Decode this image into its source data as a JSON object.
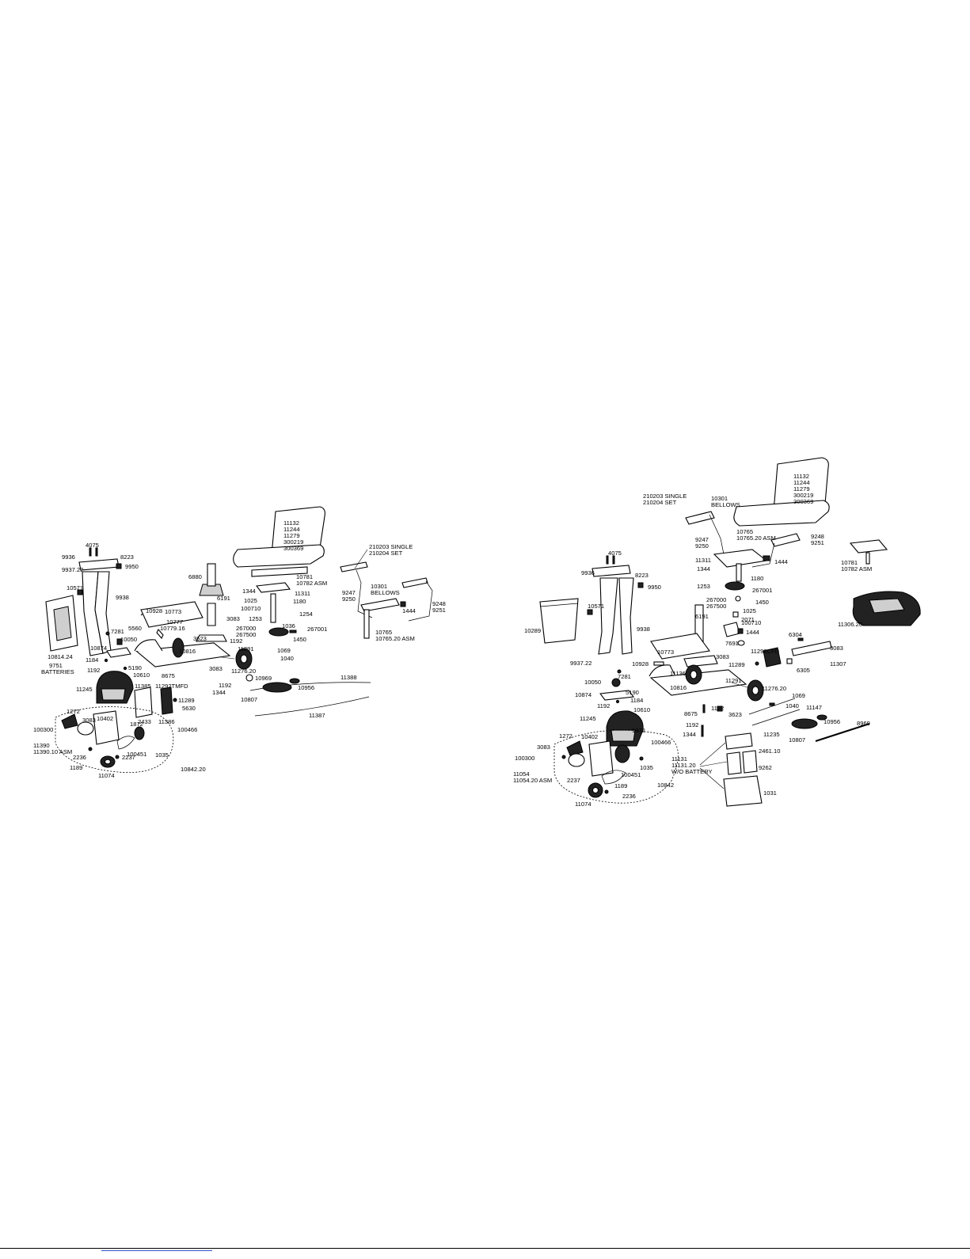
{
  "left_diagram": {
    "labels": {
      "4075": "4075",
      "9936": "9936",
      "8223": "8223",
      "9937_22": "9937.22",
      "10571": "10571",
      "9950": "9950",
      "9938": "9938",
      "10814_24": "10814.24",
      "9751": "9751",
      "batteries": "BATTERIES",
      "7281": "7281",
      "10928": "10928",
      "10777": "10777",
      "5560": "5560",
      "10779_16": "10779.16",
      "10050": "10050",
      "10874": "10874",
      "1184": "1184",
      "5190": "5190",
      "1192a": "1192",
      "10610": "10610",
      "10816": "10816",
      "8675": "8675",
      "3083a": "3083",
      "1192b": "1192",
      "1344a": "1344",
      "11245": "11245",
      "11385": "11385",
      "11292tmfd": "11292TMFD",
      "11289": "11289",
      "5630": "5630",
      "2433": "2433",
      "11386": "11386",
      "100466": "100466",
      "1272": "1272",
      "3083b": "3083",
      "10402": "10402",
      "100300": "100300",
      "11390": "11390",
      "11390_10asm": "11390.10 ASM",
      "1872": "1872",
      "100451": "100451",
      "1035": "1035",
      "2236": "2236",
      "1189": "1189",
      "2237": "2237",
      "11074": "11074",
      "10842_20": "10842.20",
      "6880": "6880",
      "10773": "10773",
      "6191": "6191",
      "3083c": "3083",
      "3623": "3623",
      "1192c": "1192",
      "11291": "11291",
      "11276_20": "11276.20",
      "1069": "1069",
      "1040": "1040",
      "10969": "10969",
      "10807": "10807",
      "10956": "10956",
      "11388": "11388",
      "11387": "11387",
      "seat1": "11132",
      "seat2": "11244",
      "seat3": "11279",
      "seat4": "300219",
      "seat5": "300369",
      "10781": "10781",
      "10782asm": "10782 ASM",
      "1344b": "1344",
      "11311": "11311",
      "1025": "1025",
      "1180": "1180",
      "100710": "100710",
      "1254": "1254",
      "1253": "1253",
      "1036": "1036",
      "267000": "267000",
      "267500": "267500",
      "267001": "267001",
      "1450": "1450",
      "210203": "210203 SINGLE",
      "210204": "210204 SET",
      "10301": "10301",
      "bellows": "BELLOWS",
      "9247": "9247",
      "9250": "9250",
      "1444": "1444",
      "9248": "9248",
      "9251": "9251",
      "10765": "10765",
      "10765_20asm": "10765.20 ASM"
    }
  },
  "right_diagram": {
    "labels": {
      "210203": "210203 SINGLE",
      "210204": "210204 SET",
      "10301": "10301",
      "bellows": "BELLOWS",
      "seat1": "11132",
      "seat2": "11244",
      "seat3": "11279",
      "seat4": "300219",
      "seat5": "300369",
      "10765": "10765",
      "10765_20asm": "10765.20 ASM",
      "9247": "9247",
      "9250": "9250",
      "9248": "9248",
      "9251": "9251",
      "1444a": "1444",
      "11311": "11311",
      "1344a": "1344",
      "1180": "1180",
      "10781": "10781",
      "10782asm": "10782 ASM",
      "4075": "4075",
      "9936": "9936",
      "8223": "8223",
      "1253": "1253",
      "267001": "267001",
      "267000": "267000",
      "267500": "267500",
      "1450": "1450",
      "1025": "1025",
      "100710": "100710",
      "10571": "10571",
      "9950": "9950",
      "10289": "10289",
      "9938": "9938",
      "6191": "6191",
      "2071": "2071",
      "1444b": "1444",
      "7691": "7691",
      "11306_20": "11306.20",
      "6304": "6304",
      "3083a": "3083",
      "11307": "11307",
      "10773": "10773",
      "3083b": "3083",
      "11289": "11289",
      "11292cfd": "11292CFD",
      "6305": "6305",
      "9937_22": "9937.22",
      "10928": "10928",
      "11136": "11136",
      "10816": "10816",
      "11291": "11291",
      "11276_20": "11276.20",
      "1069": "1069",
      "10050": "10050",
      "7281": "7281",
      "10874": "10874",
      "5190": "5190",
      "1184": "1184",
      "1192a": "1192",
      "10610": "10610",
      "1040": "1040",
      "11147": "11147",
      "8675": "8675",
      "1192b": "1192",
      "3623": "3623",
      "10956": "10956",
      "8969": "8969",
      "11245": "11245",
      "1192c": "1192",
      "1344b": "1344",
      "11235": "11235",
      "10807": "10807",
      "1272": "1272",
      "10402": "10402",
      "1872": "1872",
      "3083c": "3083",
      "100466": "100466",
      "100300": "100300",
      "1035": "1035",
      "11131": "11131",
      "11131_20": "11131.20",
      "wo_battery": "W/O BATTERY",
      "2461_10": "2461.10",
      "11054": "11054",
      "11054_20asm": "11054.20 ASM",
      "2237": "2237",
      "100451": "100451",
      "10842": "10842",
      "9262": "9262",
      "1189": "1189",
      "2236": "2236",
      "11074": "11074",
      "1031": "1031"
    }
  }
}
